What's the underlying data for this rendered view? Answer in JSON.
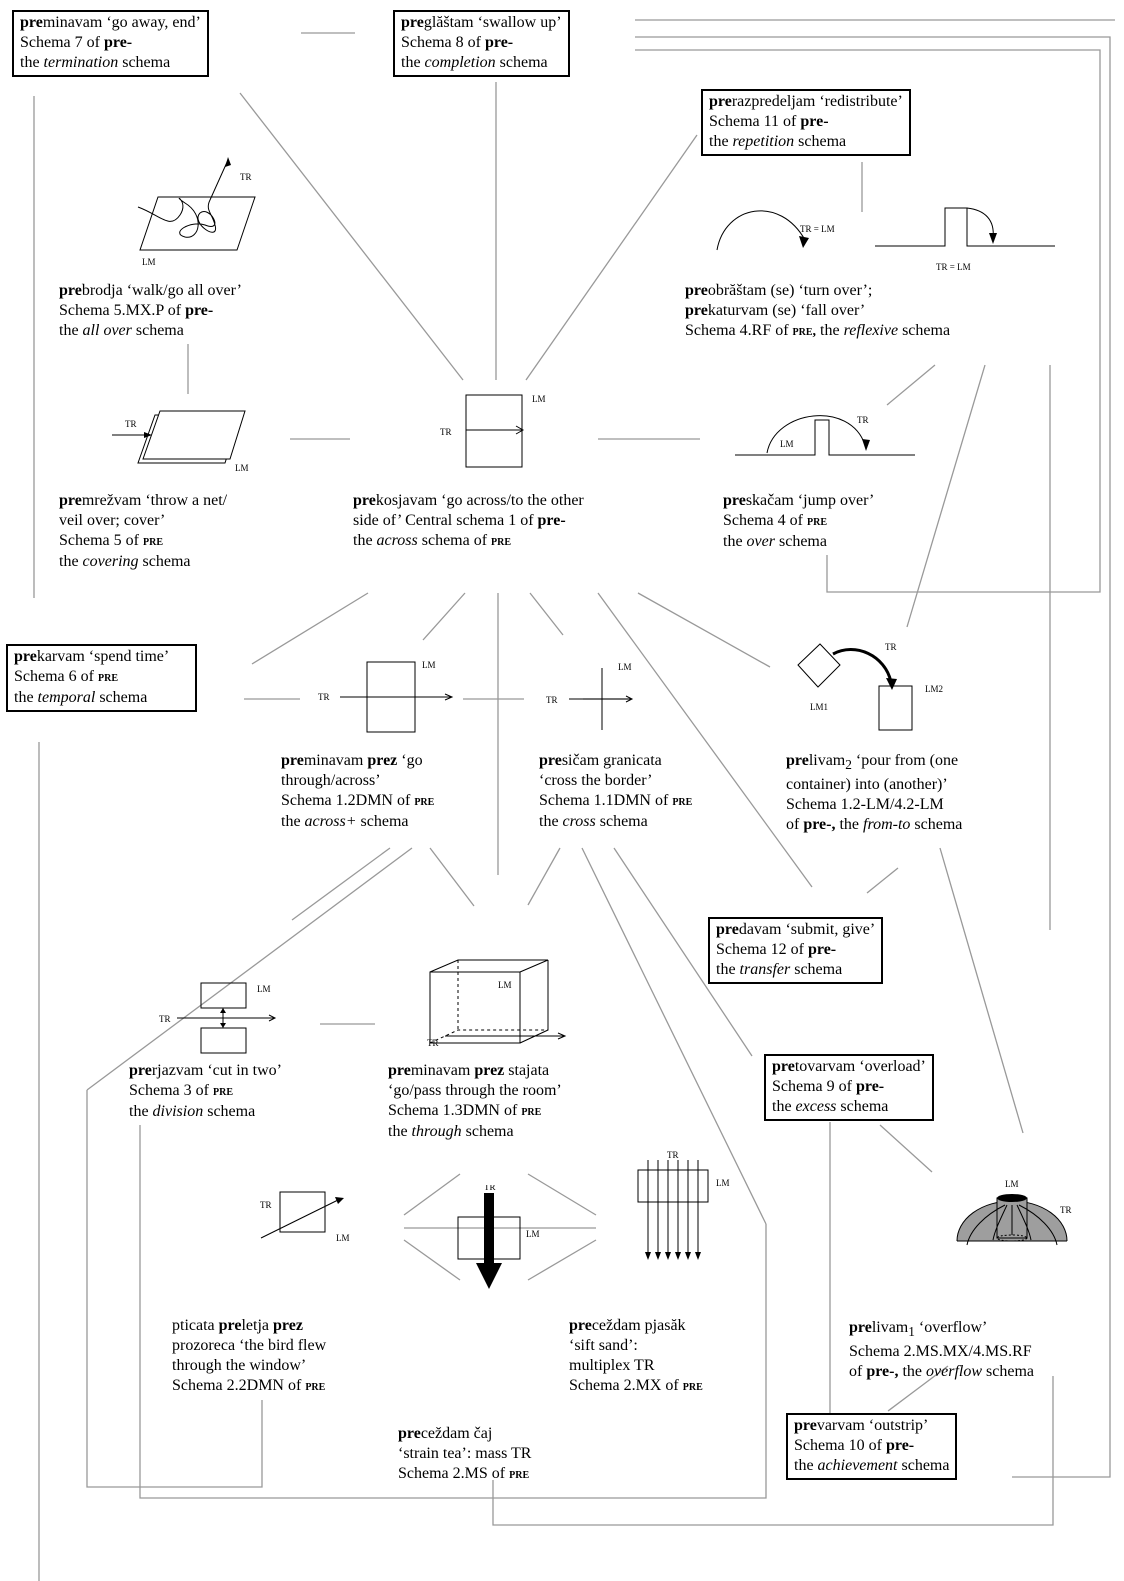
{
  "nodes": {
    "termination": {
      "l1_bold": "pre",
      "l1_rest": "minavam ‘go away, end’",
      "l2_a": "Schema 7 of ",
      "l2_b": "pre-",
      "l3_a": "the ",
      "l3_i": "termination",
      "l3_b": " schema"
    },
    "completion": {
      "l1_bold": "pre",
      "l1_rest": "glăštam ‘swallow up’",
      "l2_a": "Schema 8 of ",
      "l2_b": "pre-",
      "l3_a": "the ",
      "l3_i": "completion",
      "l3_b": " schema"
    },
    "repetition": {
      "l1_bold": "pre",
      "l1_rest": "razpredeljam ‘redistribute’",
      "l2_a": "Schema 11 of ",
      "l2_b": "pre-",
      "l3_a": "the ",
      "l3_i": "repetition",
      "l3_b": " schema"
    },
    "allover": {
      "l1_bold": "pre",
      "l1_rest": "brodja ‘walk/go all over’",
      "l2_a": "Schema 5.MX.P of ",
      "l2_b": "pre-",
      "l3_a": "the ",
      "l3_i": "all over",
      "l3_b": " schema"
    },
    "reflexive": {
      "l1_bold": "pre",
      "l1_rest": "obrăštam (se) ‘turn over’;",
      "l2_bold": "pre",
      "l2_rest": "katurvam (se) ‘fall over’",
      "l3_a": "Schema 4.RF of ",
      "l3_sc": "pre,",
      "l3_b": " the ",
      "l3_i": "reflexive",
      "l3_c": " schema"
    },
    "covering": {
      "l1_bold": "pre",
      "l1_rest": "mrežvam ‘throw a net/",
      "l2": "veil over; cover’",
      "l3_a": "Schema 5 of ",
      "l3_sc": "pre",
      "l4_a": "the ",
      "l4_i": "covering",
      "l4_b": " schema"
    },
    "across": {
      "l1_bold": "pre",
      "l1_rest": "kosjavam ‘go across/to the other",
      "l2_a": "side of’ Central schema 1 of ",
      "l2_b": "pre-",
      "l3_a": "the ",
      "l3_i": "across",
      "l3_b": " schema of ",
      "l3_sc": "pre"
    },
    "over": {
      "l1_bold": "pre",
      "l1_rest": "skačam ‘jump over’",
      "l2_a": "Schema 4 of ",
      "l2_sc": "pre",
      "l3_a": "the ",
      "l3_i": "over",
      "l3_b": " schema"
    },
    "temporal": {
      "l1_bold": "pre",
      "l1_rest": "karvam ‘spend time’",
      "l2_a": "Schema 6 of ",
      "l2_sc": "pre",
      "l3_a": "the ",
      "l3_i": "temporal",
      "l3_b": " schema"
    },
    "acrossplus": {
      "l1_bold": "pre",
      "l1_rest": "minavam ",
      "l1_bold2": "prez",
      "l1_rest2": " ‘go",
      "l2": "through/across’",
      "l3_a": "Schema 1.2DMN of ",
      "l3_sc": "pre",
      "l4_a": "the ",
      "l4_i": "across+",
      "l4_b": " schema"
    },
    "cross": {
      "l1_bold": "pre",
      "l1_rest": "sičam granicata",
      "l2": "‘cross the border’",
      "l3_a": "Schema 1.1DMN of ",
      "l3_sc": "pre",
      "l4_a": "the ",
      "l4_i": "cross",
      "l4_b": " schema"
    },
    "fromto": {
      "l1_bold": "pre",
      "l1_rest": "livam",
      "l1_sub": "2",
      "l1_rest2": "  ‘pour from (one",
      "l2": "container) into (another)’",
      "l3": "Schema 1.2-LM/4.2-LM",
      "l4_a": "of ",
      "l4_b": "pre-,",
      "l4_c": " the ",
      "l4_i": "from-to",
      "l4_d": " schema"
    },
    "transfer": {
      "l1_bold": "pre",
      "l1_rest": "davam ‘submit, give’",
      "l2_a": "Schema 12 of ",
      "l2_b": "pre-",
      "l3_a": "the ",
      "l3_i": "transfer",
      "l3_b": " schema"
    },
    "division": {
      "l1_bold": "pre",
      "l1_rest": "rjazvam ‘cut in two’",
      "l2_a": "Schema 3 of ",
      "l2_sc": "pre",
      "l3_a": "the ",
      "l3_i": "division",
      "l3_b": " schema"
    },
    "through": {
      "l1_bold": "pre",
      "l1_rest": "minavam ",
      "l1_bold2": "prez",
      "l1_rest2": " stajata",
      "l2": "‘go/pass through the room’",
      "l3_a": "Schema 1.3DMN of ",
      "l3_sc": "pre",
      "l4_a": "the ",
      "l4_i": "through",
      "l4_b": " schema"
    },
    "excess": {
      "l1_bold": "pre",
      "l1_rest": "tovarvam ‘overload’",
      "l2_a": "Schema 9 of ",
      "l2_b": "pre-",
      "l3_a": "the ",
      "l3_i": "excess",
      "l3_b": " schema"
    },
    "bird": {
      "l1_a": "pticata ",
      "l1_bold": "pre",
      "l1_b": "letja ",
      "l1_bold2": "prez",
      "l2": "prozoreca ‘the bird flew",
      "l3": "through the window’",
      "l4_a": "Schema 2.2DMN of ",
      "l4_sc": "pre"
    },
    "tea": {
      "l1_bold": "pre",
      "l1_rest": "ceždam čaj",
      "l2": "‘strain tea’: mass TR",
      "l3_a": "Schema 2.MS of ",
      "l3_sc": "pre"
    },
    "sand": {
      "l1_bold": "pre",
      "l1_rest": "cеždam pjasăk",
      "l2": "‘sift sand’:",
      "l3": "multiplex TR",
      "l4_a": "Schema 2.MX of ",
      "l4_sc": "pre"
    },
    "overflow": {
      "l1_bold": "pre",
      "l1_rest": "livam",
      "l1_sub": "1",
      "l1_rest2": " ‘overflow’",
      "l2": "Schema 2.MS.MX/4.MS.RF",
      "l3_a": "of ",
      "l3_b": "pre-,",
      "l3_c": " the ",
      "l3_i": "overflow",
      "l3_d": " schema"
    },
    "achievement": {
      "l1_bold": "pre",
      "l1_rest": "varvam ‘outstrip’",
      "l2_a": "Schema 10 of ",
      "l2_b": "pre-",
      "l3_a": "the ",
      "l3_i": "achievement",
      "l3_b": " schema"
    }
  },
  "figure_labels": {
    "tr": "TR",
    "lm": "LM",
    "lm1": "LM1",
    "lm2": "LM2",
    "tr_eq_lm": "TR = LM"
  }
}
